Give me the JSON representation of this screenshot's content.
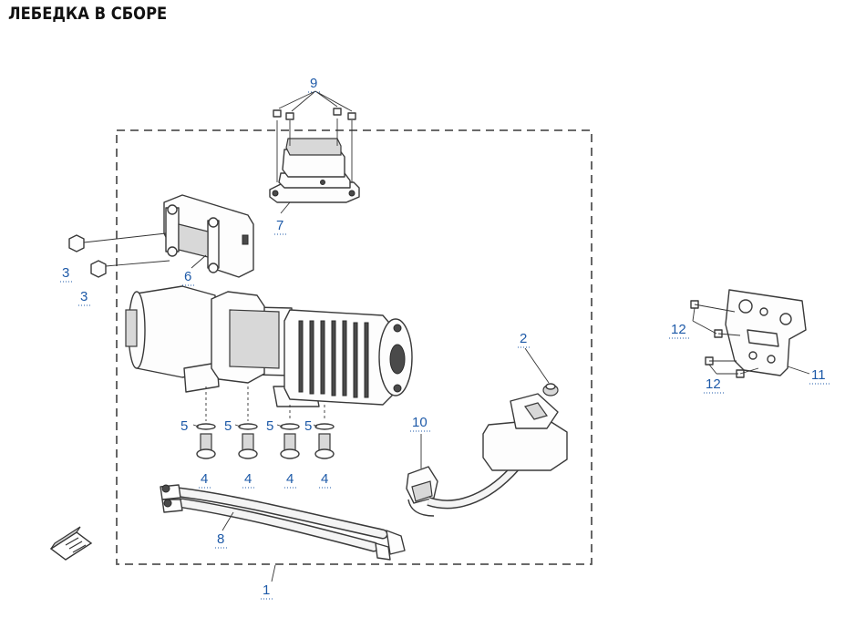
{
  "title": "ЛЕБЕДКА В СБОРЕ",
  "callouts": {
    "c1": "1",
    "c2": "2",
    "c3a": "3",
    "c3b": "3",
    "c4a": "4",
    "c4b": "4",
    "c4c": "4",
    "c4d": "4",
    "c5a": "5",
    "c5b": "5",
    "c5c": "5",
    "c5d": "5",
    "c6": "6",
    "c7": "7",
    "c8": "8",
    "c9": "9",
    "c10": "10",
    "c11": "11",
    "c12a": "12",
    "c12b": "12"
  },
  "icons": {
    "orientation": "front-direction-arrow-icon"
  }
}
